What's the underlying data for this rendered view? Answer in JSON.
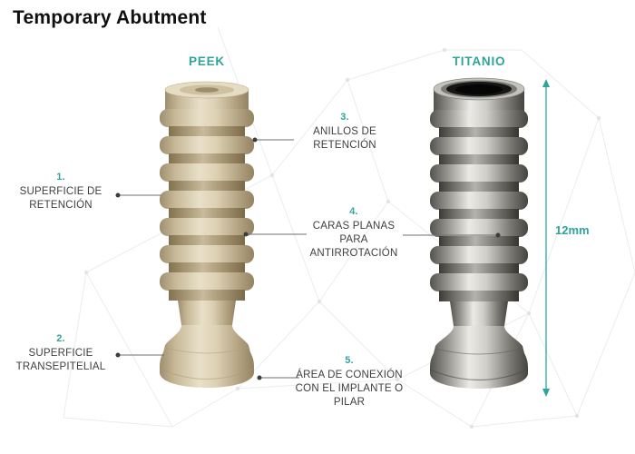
{
  "title": "Temporary Abutment",
  "products": {
    "left": {
      "name": "PEEK"
    },
    "right": {
      "name": "TITANIO"
    }
  },
  "annotations": [
    {
      "num": "1.",
      "label": "SUPERFICIE DE RETENCIÓN"
    },
    {
      "num": "2.",
      "label": "SUPERFICIE TRANSEPITELIAL"
    },
    {
      "num": "3.",
      "label": "ANILLOS DE RETENCIÓN"
    },
    {
      "num": "4.",
      "label": "CARAS PLANAS PARA ANTIRROTACIÓN"
    },
    {
      "num": "5.",
      "label": "ÁREA DE CONEXIÓN CON EL IMPLANTE O PILAR"
    }
  ],
  "dimension": {
    "label": "12mm"
  },
  "colors": {
    "accent_teal": "#2fa49b",
    "text_dark": "#3e3e3e",
    "peek_beige": "#d8ccb0",
    "titanium_gray": "#9a9894"
  }
}
